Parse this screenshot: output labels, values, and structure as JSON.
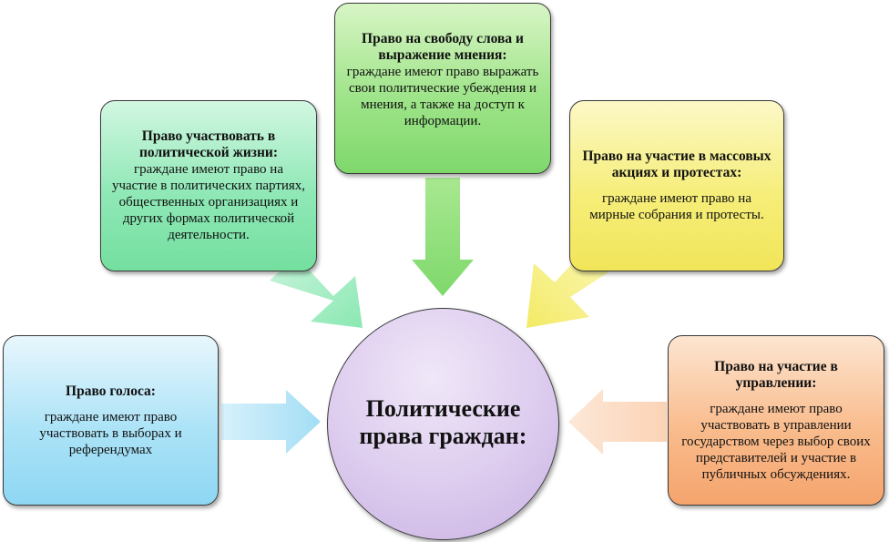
{
  "diagram": {
    "center": {
      "line1": "Политические",
      "line2": "права граждан:"
    },
    "nodes": {
      "free_speech": {
        "title": "Право на свободу слова и выражение мнения:",
        "text": "граждане имеют право выражать свои политические убеждения и мнения, а также на доступ к информации.",
        "color": "#9fe48a"
      },
      "political_life": {
        "title": "Право участвовать в политической жизни:",
        "text": "граждане имеют право на участие в политических партиях, общественных организациях и других формах политической деятельности.",
        "color": "#8fe8b6"
      },
      "mass_actions": {
        "title": "Право на участие в массовых акциях и протестах:",
        "text": "граждане имеют право на мирные собрания и протесты.",
        "color": "#f6ee7a"
      },
      "vote": {
        "title": "Право голоса:",
        "text": "граждане имеют право участвовать в выборах и референдумах",
        "color": "#ace3f7"
      },
      "governance": {
        "title": "Право на участие в управлении:",
        "text": "граждане имеют право участвовать в управлении государством через выбор своих представителей и участие в публичных обсуждениях.",
        "color": "#f9bc8d"
      }
    },
    "center_color": "#dccbee"
  }
}
